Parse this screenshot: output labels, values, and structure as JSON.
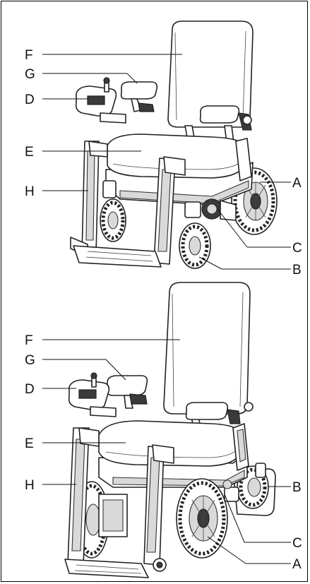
{
  "figure": {
    "top_view": {
      "labels": {
        "F": "F",
        "G": "G",
        "D": "D",
        "E": "E",
        "H": "H",
        "A": "A",
        "C": "C",
        "B": "B"
      }
    },
    "bottom_view": {
      "labels": {
        "F": "F",
        "G": "G",
        "D": "D",
        "E": "E",
        "H": "H",
        "B": "B",
        "C": "C",
        "A": "A"
      }
    }
  }
}
